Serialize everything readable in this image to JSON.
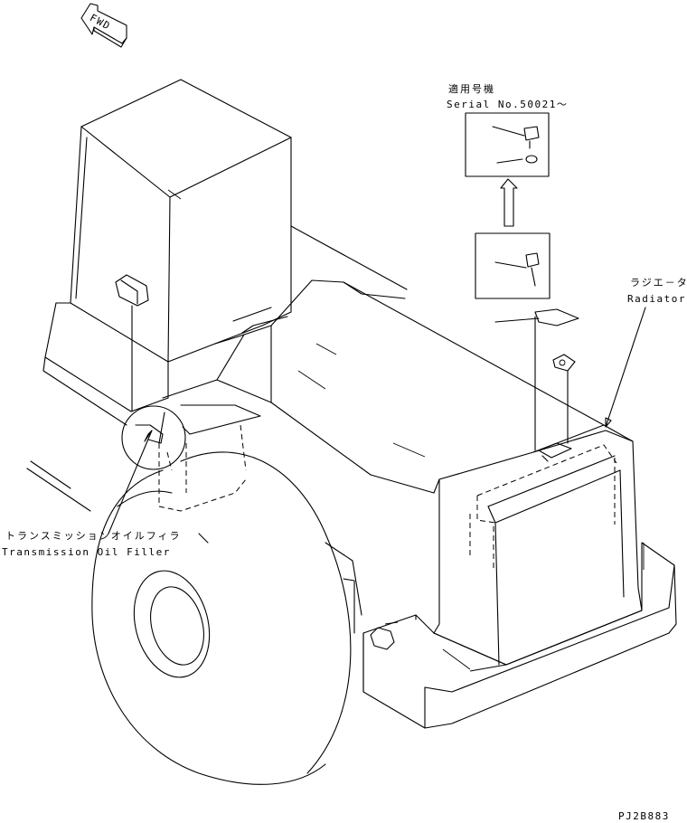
{
  "fwd_label": "FWD",
  "serial": {
    "jp": "適用号機",
    "en": "Serial No.50021〜"
  },
  "radiator": {
    "jp": "ラジエ－タ",
    "en": "Radiator"
  },
  "transmission": {
    "jp": "トランスミッションオイルフィラ",
    "en": "Transmission Oil Filler"
  },
  "drawing_code": "PJ2B883"
}
